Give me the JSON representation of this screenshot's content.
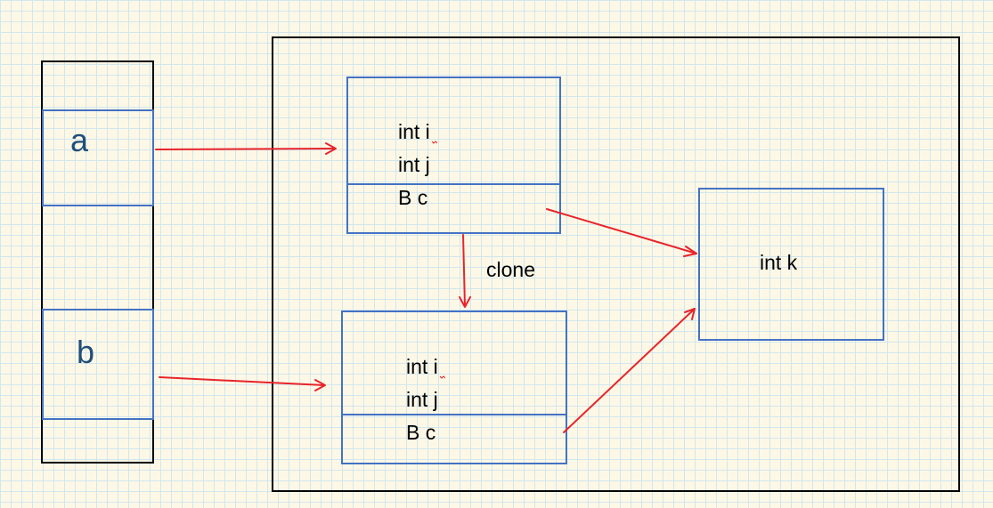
{
  "stack": {
    "var_a": "a",
    "var_b": "b"
  },
  "heap": {
    "object_a": {
      "field_1": "int i",
      "field_2": "int j",
      "field_3": "B c"
    },
    "object_b": {
      "field_1": "int i",
      "field_2": "int j",
      "field_3": "B c"
    },
    "object_c": {
      "field_1": "int k"
    },
    "clone_label": "clone"
  },
  "colors": {
    "arrow": "#e8242a",
    "box_border": "#4472c4",
    "frame_border": "#000000",
    "var_text": "#1f4e79"
  }
}
